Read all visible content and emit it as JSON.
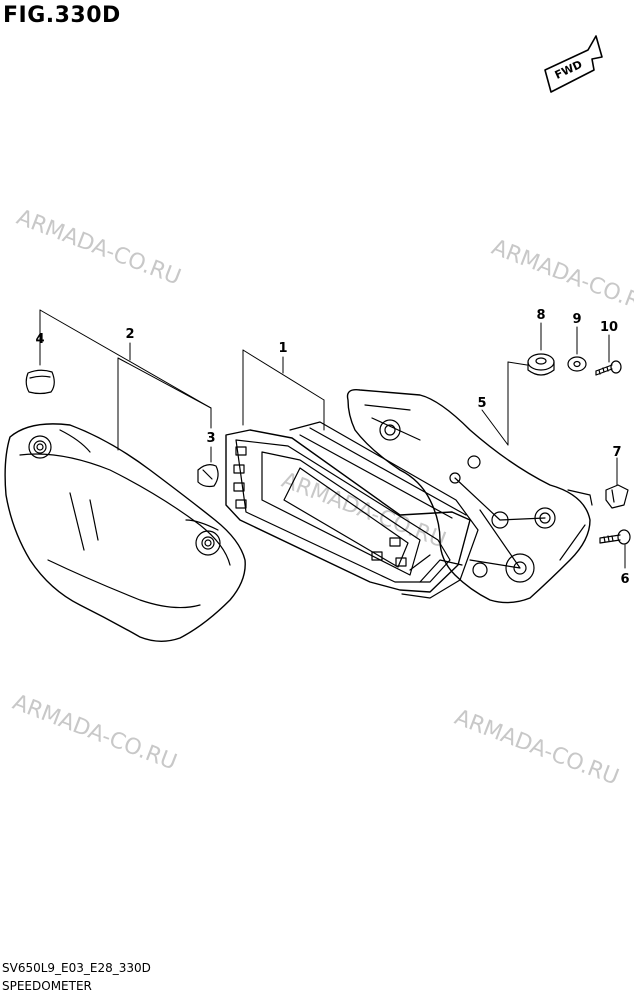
{
  "figure": {
    "title": "FIG.330D"
  },
  "fwd_badge": {
    "label": "FWD"
  },
  "watermarks": [
    "ARMADA-CO.RU",
    "ARMADA-CO.RU",
    "ARMADA-CO.RU",
    "ARMADA-CO.RU",
    "ARMADA-CO.RU"
  ],
  "callouts": [
    "1",
    "2",
    "3",
    "4",
    "5",
    "6",
    "7",
    "8",
    "9",
    "10"
  ],
  "footer": {
    "model_code": "SV650L9_E03_E28_330D",
    "section": "SPEEDOMETER"
  },
  "colors": {
    "line": "#000000",
    "watermark": "#c8c8c8",
    "background": "#ffffff"
  }
}
